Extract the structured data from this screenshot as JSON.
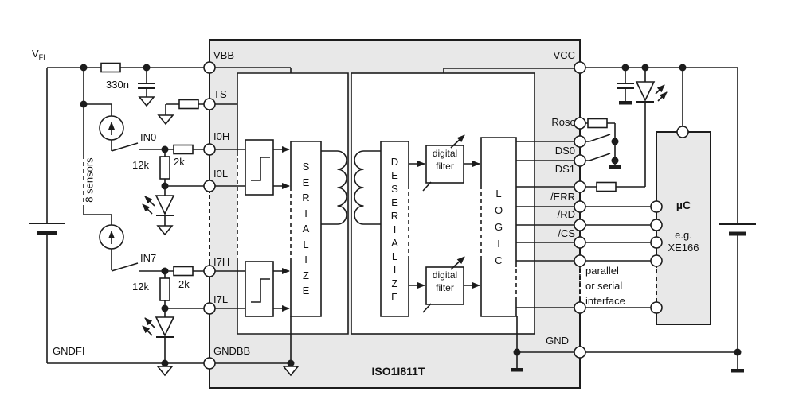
{
  "chip": {
    "part_number": "ISO1I811T",
    "left_pins": [
      "VBB",
      "TS",
      "I0H",
      "I0L",
      "I7H",
      "I7L",
      "GNDBB"
    ],
    "right_pins": [
      "VCC",
      "Rosc",
      "DS0",
      "DS1",
      "/ERR",
      "/RD",
      "/CS",
      "GND"
    ],
    "blocks": {
      "serialize": "SERIALIZE",
      "deserialize": "DESERIALIZE",
      "logic": "LOGIC",
      "filter_line1": "digital",
      "filter_line2": "filter"
    }
  },
  "field_side": {
    "supply_label": "V",
    "supply_sub": "FI",
    "cap_value": "330n",
    "sensors_note": "8 sensors",
    "in0_label": "IN0",
    "in7_label": "IN7",
    "r_pulldown": "12k",
    "r_series": "2k",
    "ground_label": "GNDFI"
  },
  "logic_side": {
    "mcu_label": "µC",
    "mcu_eg": "e.g.",
    "mcu_part": "XE166",
    "interface_note": [
      "parallel",
      "or serial",
      "interface"
    ]
  },
  "colors": {
    "chip_fill": "#e8e8e8",
    "line": "#1c1c1c"
  }
}
